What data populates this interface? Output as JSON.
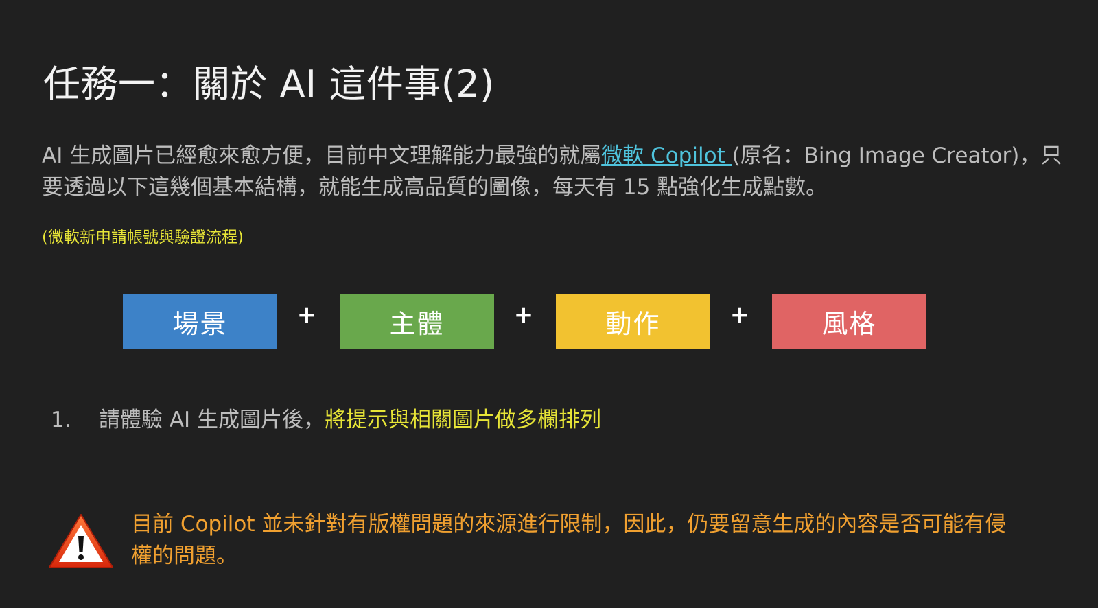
{
  "title": "任務一：關於 AI 這件事(2)",
  "intro": {
    "part1": "AI 生成圖片已經愈來愈方便，目前中文理解能力最強的就屬",
    "link_text": "微軟 Copilot ",
    "part2": "(原名：Bing Image Creator)，只要透過以下這幾個基本結構，就能生成高品質的圖像，每天有 15 點強化生成點數。"
  },
  "note_link": "(微軟新申請帳號與驗證流程)",
  "formula": {
    "blocks": [
      {
        "label": "場景",
        "color": "#3d82c8"
      },
      {
        "label": "主體",
        "color": "#69a84c"
      },
      {
        "label": "動作",
        "color": "#f2c230"
      },
      {
        "label": "風格",
        "color": "#e06464"
      }
    ],
    "plus": "+"
  },
  "list": {
    "number": "1.",
    "text": "請體驗 AI 生成圖片後，",
    "highlight": "將提示與相關圖片做多欄排列"
  },
  "warning": {
    "icon": "warning-triangle-icon",
    "text": "目前 Copilot 並未針對有版權問題的來源進行限制，因此，仍要留意生成的內容是否可能有侵權的問題。"
  }
}
